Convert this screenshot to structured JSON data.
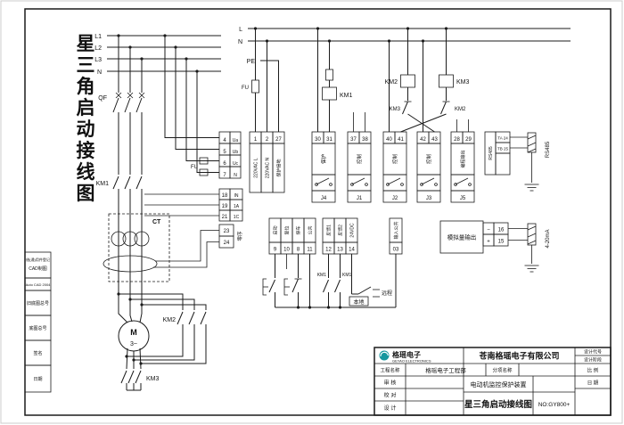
{
  "side_title": "星三角启动接线图",
  "left_strip": {
    "b1a": "借(通)用件登记",
    "b1b": "CAD制图",
    "b2": "Auto CAD 2004",
    "b3": "旧底图总号",
    "b4": "底图总号",
    "b5": "签名",
    "b6": "日期"
  },
  "buses": {
    "l1": "L1",
    "l2": "L2",
    "l3": "L3",
    "n_left": "N",
    "l": "L",
    "n": "N",
    "pe": "PE"
  },
  "components": {
    "qf": "QF",
    "fu_top": "FU",
    "fu_left": "FU",
    "km1_main": "KM1",
    "ct": "CT",
    "km2_main": "KM2",
    "km3_main": "KM3",
    "motor": "M",
    "motor_phase": "3~",
    "km1_coil": "KM1",
    "km2_coil": "KM2",
    "km3_coil": "KM3",
    "km3_interlock": "KM3",
    "km2_interlock": "KM2",
    "km1_aux1": "KM1",
    "km1_aux2": "KM1",
    "local": "本地",
    "remote": "远程",
    "zero_seq": "零序"
  },
  "voltage_terminals": [
    {
      "no": "4",
      "label": "Ua"
    },
    {
      "no": "5",
      "label": "Ub"
    },
    {
      "no": "6",
      "label": "Uc"
    },
    {
      "no": "7",
      "label": "N"
    }
  ],
  "current_terminals": [
    {
      "no": "18",
      "label": "IN"
    },
    {
      "no": "19",
      "label": "1A"
    },
    {
      "no": "21",
      "label": "1C"
    }
  ],
  "zero_terminals": [
    {
      "no": "23"
    },
    {
      "no": "24"
    }
  ],
  "power_terminals": [
    {
      "no": "1",
      "label": "220VAC L"
    },
    {
      "no": "2",
      "label": "220VAC N"
    },
    {
      "no": "27",
      "label": "保护接地"
    }
  ],
  "relays": [
    {
      "name": "J4",
      "label": "保护",
      "t1": "30",
      "t2": "31"
    },
    {
      "name": "J1",
      "label": "控制",
      "t1": "37",
      "t2": "38"
    },
    {
      "name": "J2",
      "label": "控制",
      "t1": "40",
      "t2": "41"
    },
    {
      "name": "J3",
      "label": "控制",
      "t1": "42",
      "t2": "43"
    },
    {
      "name": "J5",
      "label": "编程输出",
      "t1": "28",
      "t2": "29"
    }
  ],
  "rs485": {
    "label": "RS485",
    "row1": "TA 24",
    "row2": "TB 25",
    "ext": "RS485"
  },
  "inputs": [
    {
      "no": "9",
      "label": "启动"
    },
    {
      "no": "10",
      "label": "复位"
    },
    {
      "no": "8",
      "label": "停车"
    },
    {
      "no": "11",
      "label": "公共"
    },
    {
      "no": "12",
      "label": "反馈1"
    },
    {
      "no": "13",
      "label": "反馈2"
    },
    {
      "no": "14",
      "label": "24VDC"
    },
    {
      "no": "03",
      "label": "输入公共"
    }
  ],
  "analog": {
    "label": "模拟量输出",
    "sign_minus": "−",
    "t_minus": "16",
    "sign_plus": "+",
    "t_plus": "15",
    "ext": "4-20mA"
  },
  "title_block": {
    "logo": "格瑶电子",
    "logo_sub": "GEYAO ELECTRONICS",
    "company": "苍南格瑶电子有限公司",
    "project_label": "工程名称",
    "project_value": "格瑶电子工程部",
    "item_label": "分项名称",
    "design_code": "设计代号",
    "design_stage": "设计阶段",
    "scale": "比 例",
    "date": "日 期",
    "review": "审 核",
    "check": "校 对",
    "design": "设 计",
    "device": "电动机监控保护装置",
    "drawing": "星三角启动接线图",
    "no": "NO:GY800+"
  },
  "colors": {
    "logo_red": "#c42323",
    "logo_teal": "#16979e",
    "line": "#1b1b1b"
  }
}
